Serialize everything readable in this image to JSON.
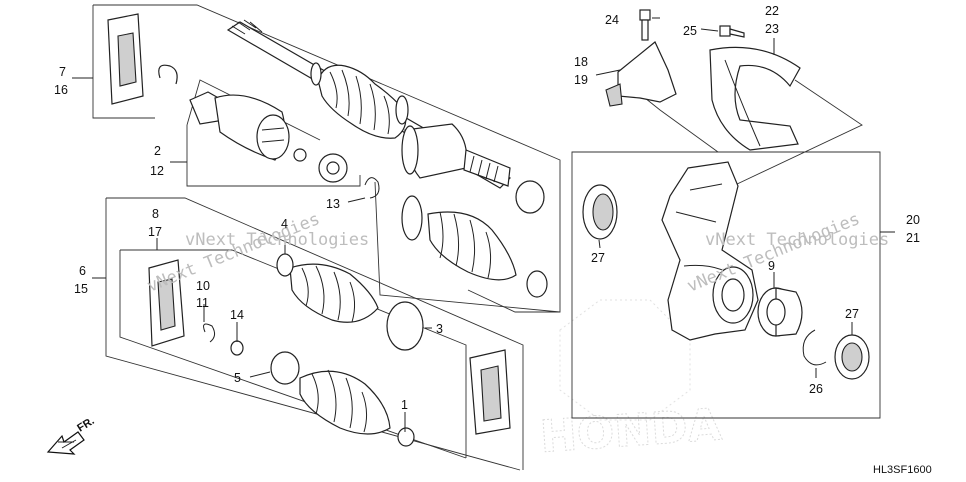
{
  "diagram_code": "HL3SF1600",
  "direction_label": "FR.",
  "watermark_text": "vNext Technologies",
  "brand_watermark": "HONDA",
  "callouts": {
    "c1": "1",
    "c2": "2",
    "c3": "3",
    "c4": "4",
    "c5": "5",
    "c6": "6",
    "c7": "7",
    "c8": "8",
    "c9": "9",
    "c10": "10",
    "c11": "11",
    "c12": "12",
    "c13": "13",
    "c14": "14",
    "c15": "15",
    "c16": "16",
    "c17": "17",
    "c18": "18",
    "c19": "19",
    "c20": "20",
    "c21": "21",
    "c22": "22",
    "c23": "23",
    "c24": "24",
    "c25": "25",
    "c26": "26",
    "c27a": "27",
    "c27b": "27"
  }
}
